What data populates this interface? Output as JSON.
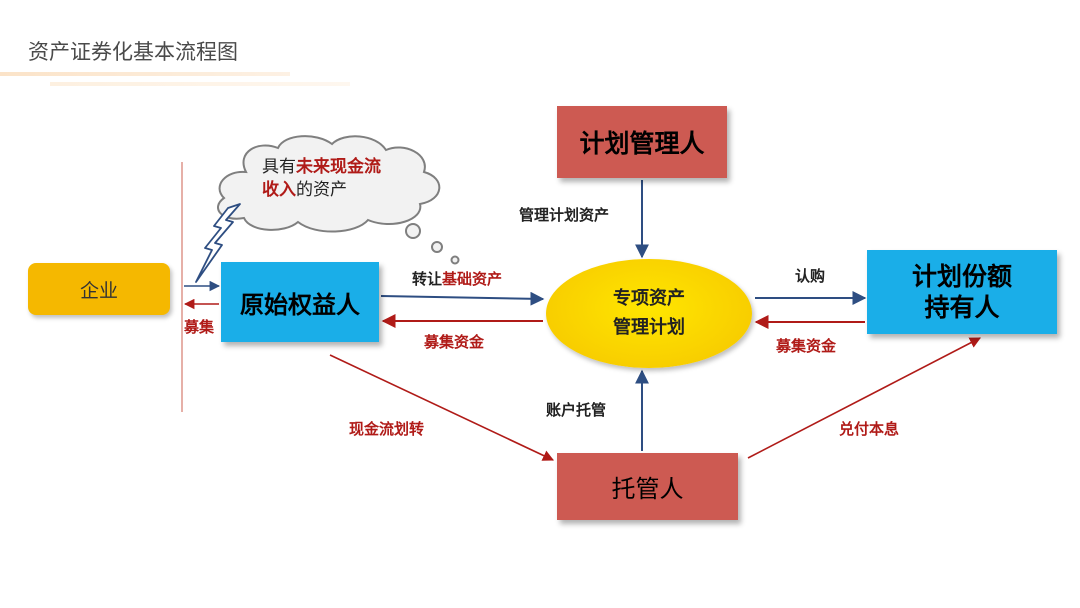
{
  "title": "资产证券化基本流程图",
  "nodes": {
    "company": "企业",
    "originator": "原始权益人",
    "manager": "计划管理人",
    "plan_line1": "专项资产",
    "plan_line2": "管理计划",
    "holders_line1": "计划份额",
    "holders_line2": "持有人",
    "custodian": "托管人"
  },
  "cloud": {
    "prefix": "具有",
    "highlight1": "未来现金流",
    "highlight2": "收入",
    "suffix": "的资产"
  },
  "labels": {
    "raise_short": "募集",
    "transfer_prefix": "转让",
    "transfer_highlight": "基础资产",
    "raise_funds_left": "募集资金",
    "manage_assets": "管理计划资产",
    "subscribe": "认购",
    "raise_funds_right": "募集资金",
    "account_custody": "账户托管",
    "cashflow_transfer": "现金流划转",
    "pay_principal_interest": "兑付本息"
  },
  "colors": {
    "blue_node": "#1aaee8",
    "red_node": "#cd5a52",
    "yellow_node": "#f5c400",
    "company_node": "#f5b800",
    "arrow_blue": "#2e4e82",
    "arrow_red": "#b01b18"
  }
}
